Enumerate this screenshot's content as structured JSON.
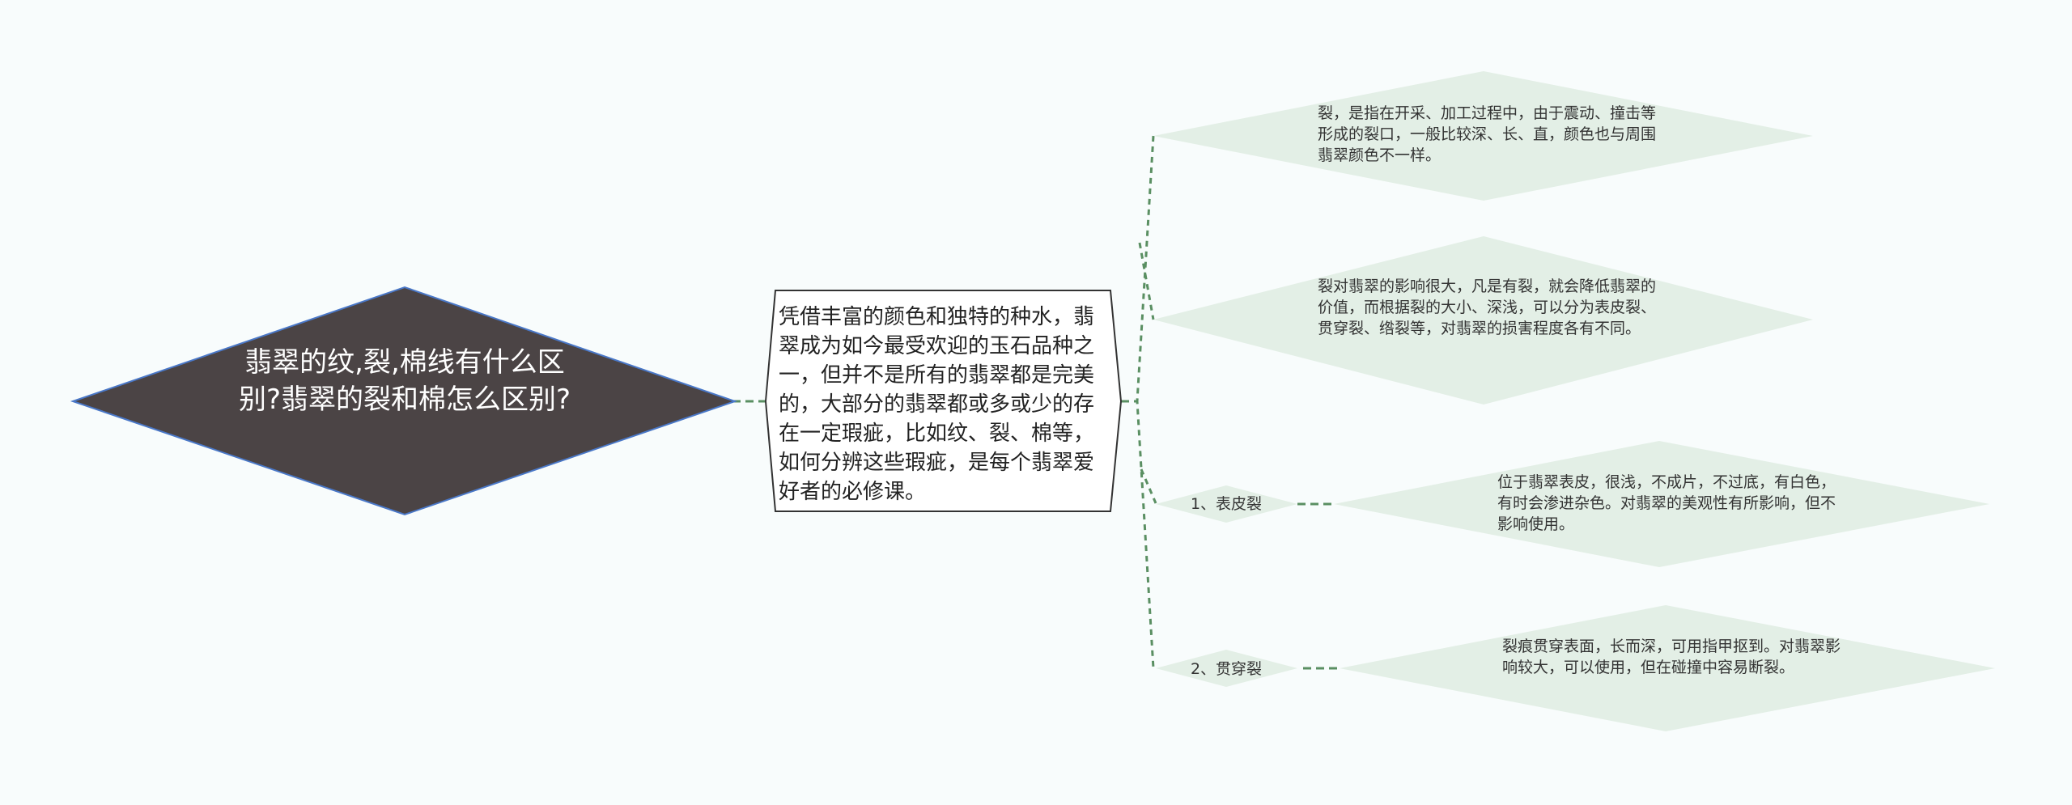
{
  "mindmap": {
    "root": {
      "title": "翡翠的纹,裂,棉线有什么区别?翡翠的裂和棉怎么区别?"
    },
    "hub": {
      "text": "凭借丰富的颜色和独特的种水，翡翠成为如今最受欢迎的玉石品种之一，但并不是所有的翡翠都是完美的，大部分的翡翠都或多或少的存在一定瑕疵，比如纹、裂、棉等，如何分辨这些瑕疵，是每个翡翠爱好者的必修课。"
    },
    "details": [
      {
        "text": "裂，是指在开采、加工过程中，由于震动、撞击等形成的裂口，一般比较深、长、直，颜色也与周围翡翠颜色不一样。"
      },
      {
        "text": "裂对翡翠的影响很大，凡是有裂，就会降低翡翠的价值，而根据裂的大小、深浅，可以分为表皮裂、贯穿裂、绺裂等，对翡翠的损害程度各有不同。"
      }
    ],
    "branches": [
      {
        "label": "1、表皮裂",
        "detail": "位于翡翠表皮，很浅，不成片，不过底，有白色，有时会渗进杂色。对翡翠的美观性有所影响，但不影响使用。"
      },
      {
        "label": "2、贯穿裂",
        "detail": "裂痕贯穿表面，长而深，可用指甲抠到。对翡翠影响较大，可以使用，但在碰撞中容易断裂。"
      }
    ]
  },
  "colors": {
    "background": "#f8fcfc",
    "root_fill": "#4b4445",
    "root_border": "#4a78c8",
    "root_text": "#ffffff",
    "hub_fill": "#ffffff",
    "hub_border": "#333333",
    "leaf_fill": "#e3efe6",
    "connector": "#5a8f62"
  }
}
